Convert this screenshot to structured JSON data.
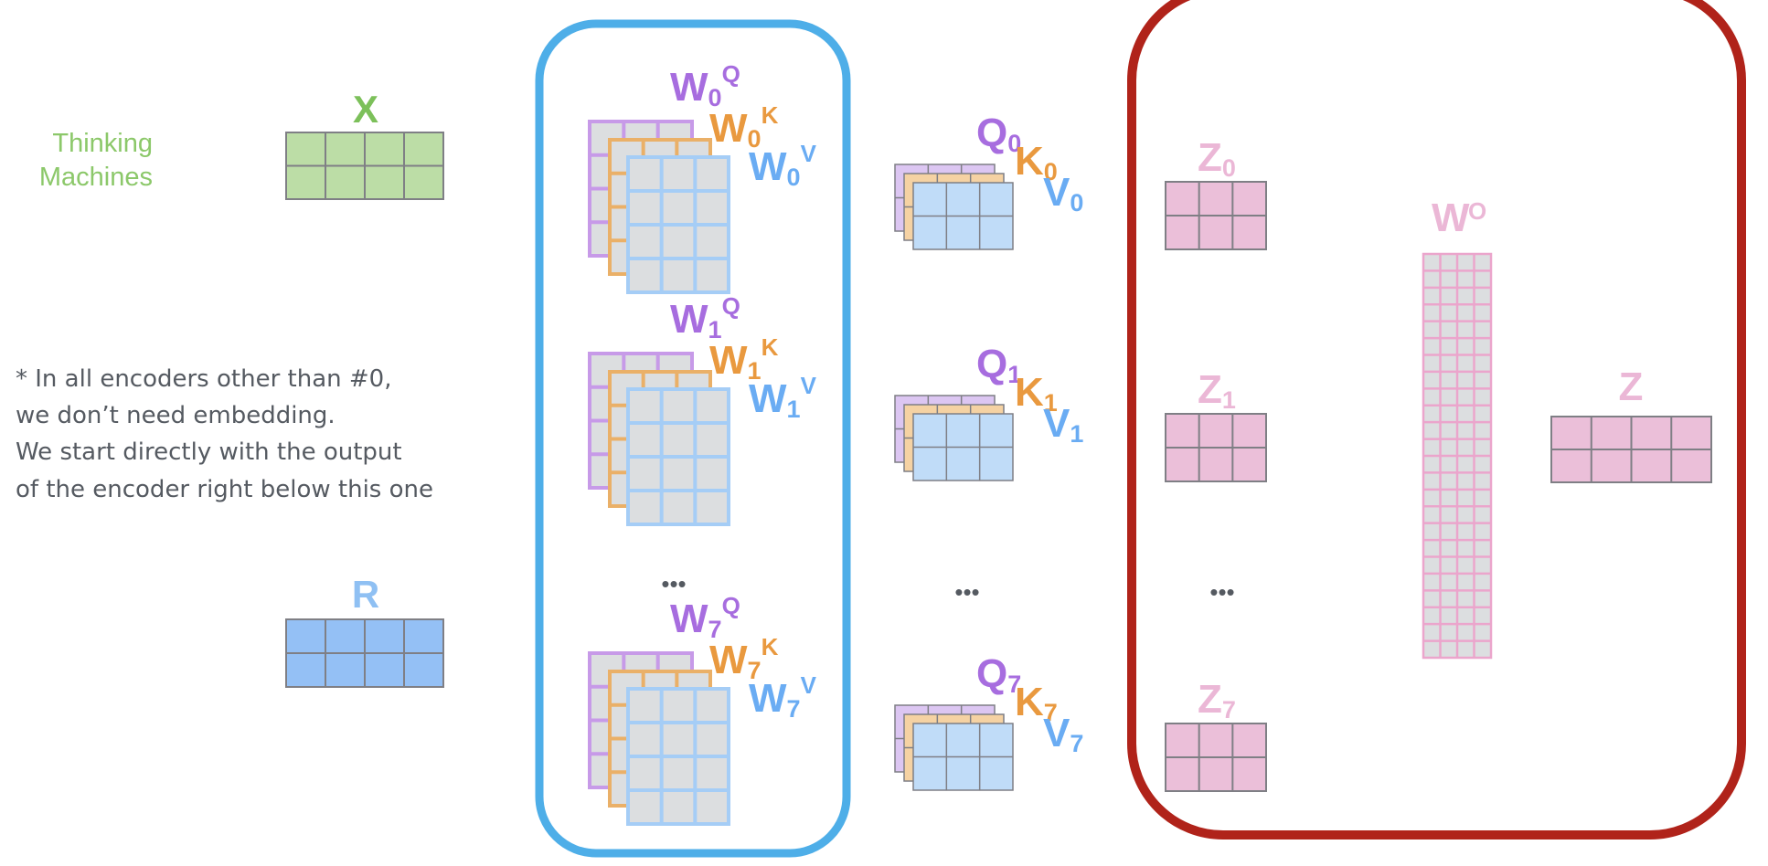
{
  "input_words": [
    "Thinking",
    "Machines"
  ],
  "note_lines": [
    "* In all encoders other than #0,",
    "we don’t need embedding.",
    "We start directly with the output",
    "of the encoder right below this one"
  ],
  "embedding": {
    "label": "X",
    "rows": 2,
    "cols": 4
  },
  "encoder_output": {
    "label": "R",
    "rows": 2,
    "cols": 4
  },
  "heads": [
    {
      "index": "0",
      "wq": "W",
      "wq_sup": "Q",
      "wk_sup": "K",
      "wv_sup": "V",
      "q": "Q",
      "k": "K",
      "v": "V",
      "z": "Z"
    },
    {
      "index": "1",
      "wq": "W",
      "wq_sup": "Q",
      "wk_sup": "K",
      "wv_sup": "V",
      "q": "Q",
      "k": "K",
      "v": "V",
      "z": "Z"
    },
    {
      "index": "7",
      "wq": "W",
      "wq_sup": "Q",
      "wk_sup": "K",
      "wv_sup": "V",
      "q": "Q",
      "k": "K",
      "v": "V",
      "z": "Z"
    }
  ],
  "ellipsis": "•••",
  "weight_matrix_shape": {
    "rows": 4,
    "cols": 3
  },
  "qkv_matrix_shape": {
    "rows": 2,
    "cols": 3
  },
  "z_matrix_shape": {
    "rows": 2,
    "cols": 3
  },
  "output_weight": {
    "label": "W",
    "sup": "O",
    "rows": 24,
    "cols": 4
  },
  "output": {
    "label": "Z",
    "rows": 2,
    "cols": 4
  },
  "colors": {
    "green_label": "#7cc05a",
    "green_text": "#8cc86a",
    "green_fill": "#bcdda6",
    "blue_label": "#8fc0f3",
    "blue_fill": "#94c0f5",
    "purple": "#a76ddf",
    "purple_stroke": "#c79ae8",
    "purple_fill": "#dcc6f2",
    "orange": "#e9993f",
    "orange_stroke": "#eab068",
    "orange_fill": "#f5d2a3",
    "light_blue": "#6aacf3",
    "light_blue_stroke": "#a5cdf6",
    "light_blue_fill": "#c0dcf8",
    "pink": "#ebb7d6",
    "pink_stroke": "#eba5cc",
    "pink_fill": "#ebbfd9",
    "grey_fill": "#dcdee0",
    "grid_line": "#7f7f85",
    "weights_box": "#4eaee8",
    "output_box": "#b0231a",
    "note_text": "#555a61",
    "dots": "#555a61"
  }
}
